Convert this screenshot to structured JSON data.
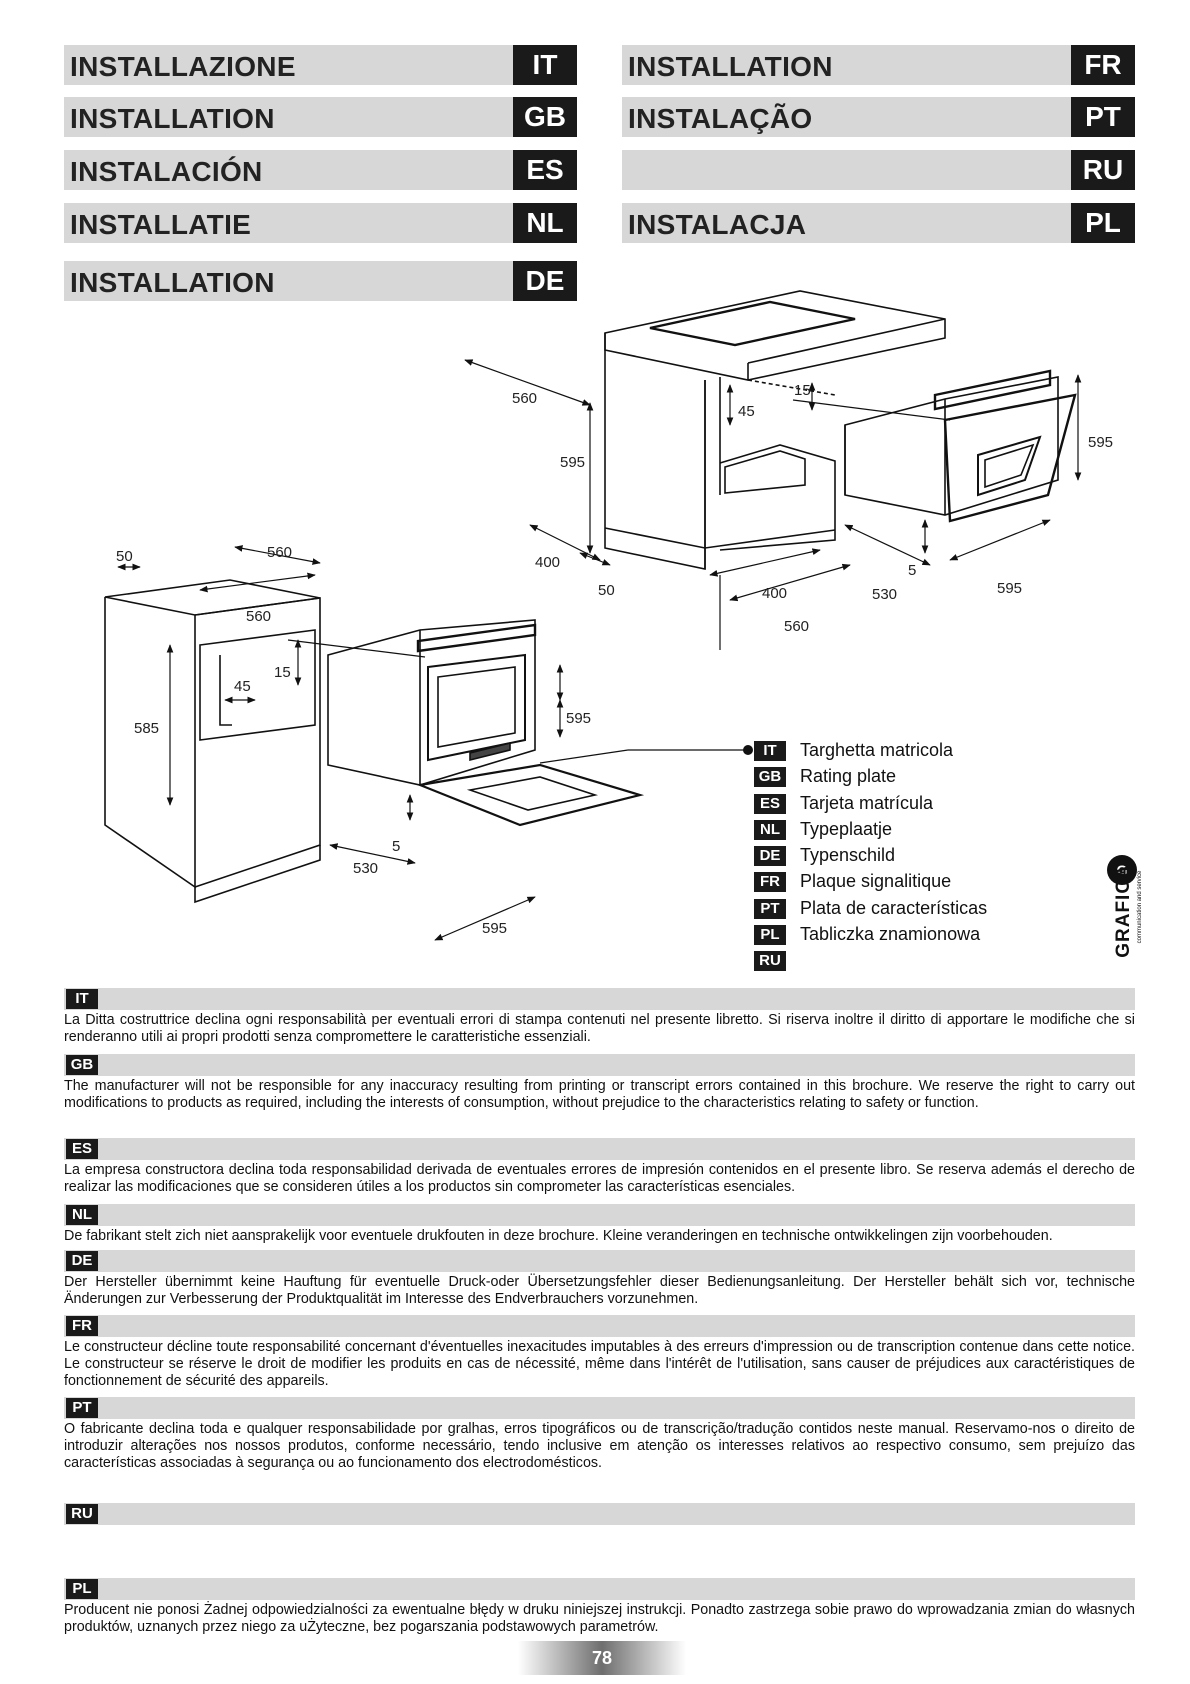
{
  "headers": {
    "left": [
      {
        "title": "INSTALLAZIONE",
        "code": "IT"
      },
      {
        "title": "INSTALLATION",
        "code": "GB"
      },
      {
        "title": "INSTALACIÓN",
        "code": "ES"
      },
      {
        "title": "INSTALLATIE",
        "code": "NL"
      },
      {
        "title": "INSTALLATION",
        "code": "DE"
      }
    ],
    "right": [
      {
        "title": "INSTALLATION",
        "code": "FR"
      },
      {
        "title": "INSTALAÇÃO",
        "code": "PT"
      },
      {
        "title": "",
        "code": "RU"
      },
      {
        "title": "INSTALACJA",
        "code": "PL"
      }
    ]
  },
  "diagram": {
    "dims_top": [
      "560",
      "595",
      "400",
      "50",
      "15",
      "45",
      "595",
      "5",
      "530",
      "595",
      "400",
      "560"
    ],
    "dims_left": [
      "50",
      "560",
      "560",
      "15",
      "45",
      "585",
      "595",
      "5",
      "530",
      "595"
    ]
  },
  "legend": [
    {
      "code": "IT",
      "label": "Targhetta matricola"
    },
    {
      "code": "GB",
      "label": "Rating plate"
    },
    {
      "code": "ES",
      "label": "Tarjeta matrícula"
    },
    {
      "code": "NL",
      "label": "Typeplaatje"
    },
    {
      "code": "DE",
      "label": "Typenschild"
    },
    {
      "code": "FR",
      "label": "Plaque signalitique"
    },
    {
      "code": "PT",
      "label": "Plata de características"
    },
    {
      "code": "PL",
      "label": "Tabliczka znamionowa"
    },
    {
      "code": "RU",
      "label": ""
    }
  ],
  "logo": {
    "brand": "GRAFICA",
    "sub": "communication and service"
  },
  "sections": [
    {
      "code": "IT",
      "text": "La Ditta costruttrice declina ogni responsabilità per eventuali errori di stampa contenuti nel presente libretto. Si riserva inoltre il diritto di apportare le modifiche che si renderanno utili ai propri prodotti senza compromettere le caratteristiche essenziali."
    },
    {
      "code": "GB",
      "text": "The manufacturer will not be responsible for any inaccuracy resulting from printing or transcript errors contained in this brochure. We reserve the right to carry out modifications to products as required, including the interests of consumption, without prejudice to the characteristics relating to safety or function."
    },
    {
      "code": "ES",
      "text": "La empresa constructora declina toda responsabilidad derivada de eventuales errores de impresión contenidos en el presente libro. Se reserva además el derecho de realizar las modificaciones que se consideren útiles a los productos sin comprometer las características esenciales."
    },
    {
      "code": "NL",
      "text": "De fabrikant stelt zich niet aansprakelijk voor eventuele drukfouten in deze brochure. Kleine veranderingen en technische ontwikkelingen zijn voorbehouden."
    },
    {
      "code": "DE",
      "text": "Der Hersteller übernimmt keine Hauftung für eventuelle Druck-oder Übersetzungsfehler dieser Bedienungsanleitung. Der Hersteller behält sich vor, technische Änderungen zur Verbesserung der Produktqualität im Interesse des Endverbrauchers vorzunehmen."
    },
    {
      "code": "FR",
      "text": "Le constructeur décline toute responsabilité concernant d'éventuelles inexacitudes imputables à des erreurs d'impression ou de transcription contenue dans cette notice. Le constructeur se réserve le droit de modifier les produits en cas de nécessité, même dans l'intérêt de l'utilisation, sans causer de préjudices aux caractéristiques de fonctionnement de sécurité des appareils."
    },
    {
      "code": "PT",
      "text": "O fabricante declina toda e qualquer responsabilidade por gralhas, erros tipográficos ou de transcrição/tradução contidos neste manual. Reservamo-nos o direito de introduzir alterações nos nossos produtos, conforme necessário, tendo inclusive em atenção os interesses relativos ao respectivo consumo, sem prejuízo das características associadas à segurança ou ao funcionamento dos electrodomésticos."
    },
    {
      "code": "RU",
      "text": ""
    },
    {
      "code": "PL",
      "text": "Producent nie ponosi Żadnej odpowiedzialności za ewentualne błędy w druku niniejszej instrukcji. Ponadto zastrzega sobie prawo do wprowadzania zmian do własnych produktów, uznanych przez niego za uŻyteczne, bez pogarszania podstawowych parametrów."
    }
  ],
  "page_number": "78"
}
